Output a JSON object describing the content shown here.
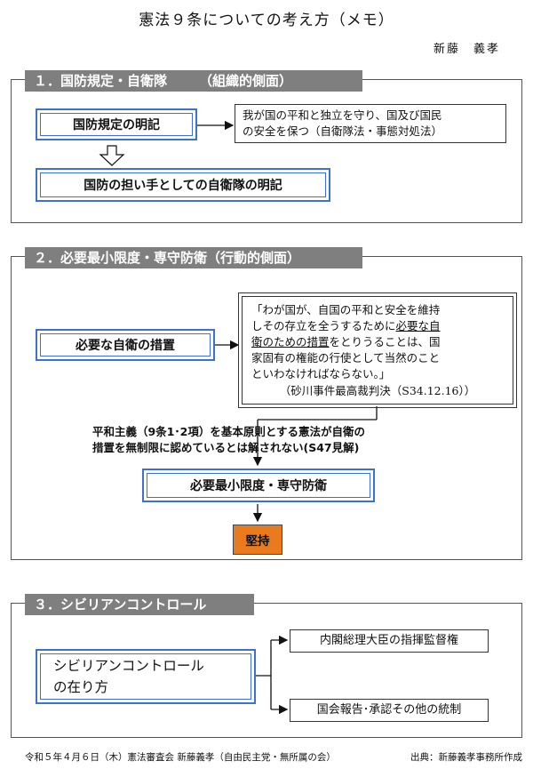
{
  "title": "憲法９条についての考え方（メモ）",
  "author": "新藤　義孝",
  "sections": [
    {
      "number": "１．",
      "label": "国防規定・自衛隊",
      "sub": "（組織的側面）",
      "box_main": "国防規定の明記",
      "box_desc_1": "我が国の平和と独立を守り、国及び国民",
      "box_desc_2": "の安全を保つ（自衛隊法・事態対処法）",
      "box_bottom": "国防の担い手としての自衛隊の明記"
    },
    {
      "number": "２．",
      "label": "必要最小限度・専守防衛（行動的側面）",
      "box_main": "必要な自衛の措置",
      "quote_l1_a": "「わが国が、自国の平和と安全を維持",
      "quote_l2_a": "しその存立を全うするために",
      "quote_l2_b": "必要な自",
      "quote_l3_a": "衛のための措置",
      "quote_l3_b": "をとりうることは、国",
      "quote_l4": "家固有の権能の行使として当然のこと",
      "quote_l5": "といわなければならない。」",
      "quote_cite": "（砂川事件最高裁判決（S34.12.16））",
      "note_1": "平和主義（9条1･2項）を基本原則とする憲法が自衛の",
      "note_2": "措置を無制限に認めているとは解されない(S47見解)",
      "box_limit": "必要最小限度・専守防衛",
      "box_keep": "堅持"
    },
    {
      "number": "３．",
      "label": "シビリアンコントロール",
      "box_main_1": "シビリアンコントロール",
      "box_main_2": "の在り方",
      "box_top": "内閣総理大臣の指揮監督権",
      "box_bottom": "国会報告･承認その他の統制"
    }
  ],
  "footer_left": "令和５年４月６日（木）憲法審査会 新藤義孝（自由民主党・無所属の会）",
  "footer_right": "出典：新藤義孝事務所作成",
  "colors": {
    "header_gray": "#7f7f7f",
    "box_blue": "#3f6fd0",
    "keep_orange": "#e97a1e"
  }
}
